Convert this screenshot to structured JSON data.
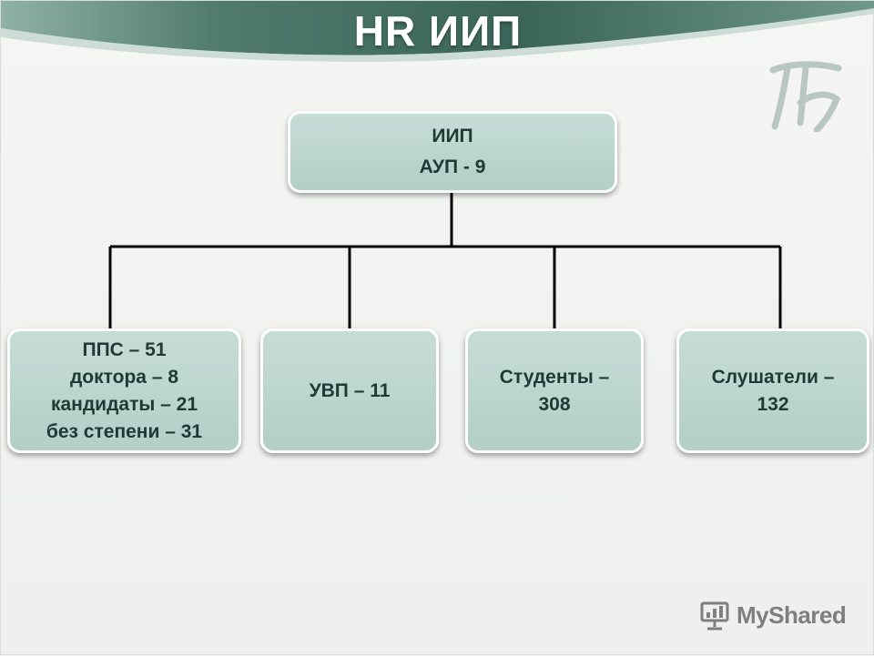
{
  "slide": {
    "title": "HR ИИП"
  },
  "org_chart": {
    "root": {
      "lines": [
        "ИИП",
        "АУП - 9"
      ]
    },
    "children": [
      {
        "id": "pps",
        "lines": [
          "ППС – 51",
          "доктора – 8",
          "кандидаты – 21",
          "без степени – 31"
        ]
      },
      {
        "id": "uvp",
        "lines": [
          "УВП – 11"
        ]
      },
      {
        "id": "students",
        "lines": [
          "Студенты –",
          "308"
        ]
      },
      {
        "id": "listeners",
        "lines": [
          "Слушатели –",
          "132"
        ]
      }
    ]
  },
  "watermark": {
    "text": "MyShared",
    "icon": "presentation-board-icon"
  },
  "colors": {
    "header_dark": "#3e6b5e",
    "header_light": "#9fbfb4",
    "node_fill": "#bdd6ce",
    "node_text": "#1f3a34",
    "connector": "#000000"
  }
}
